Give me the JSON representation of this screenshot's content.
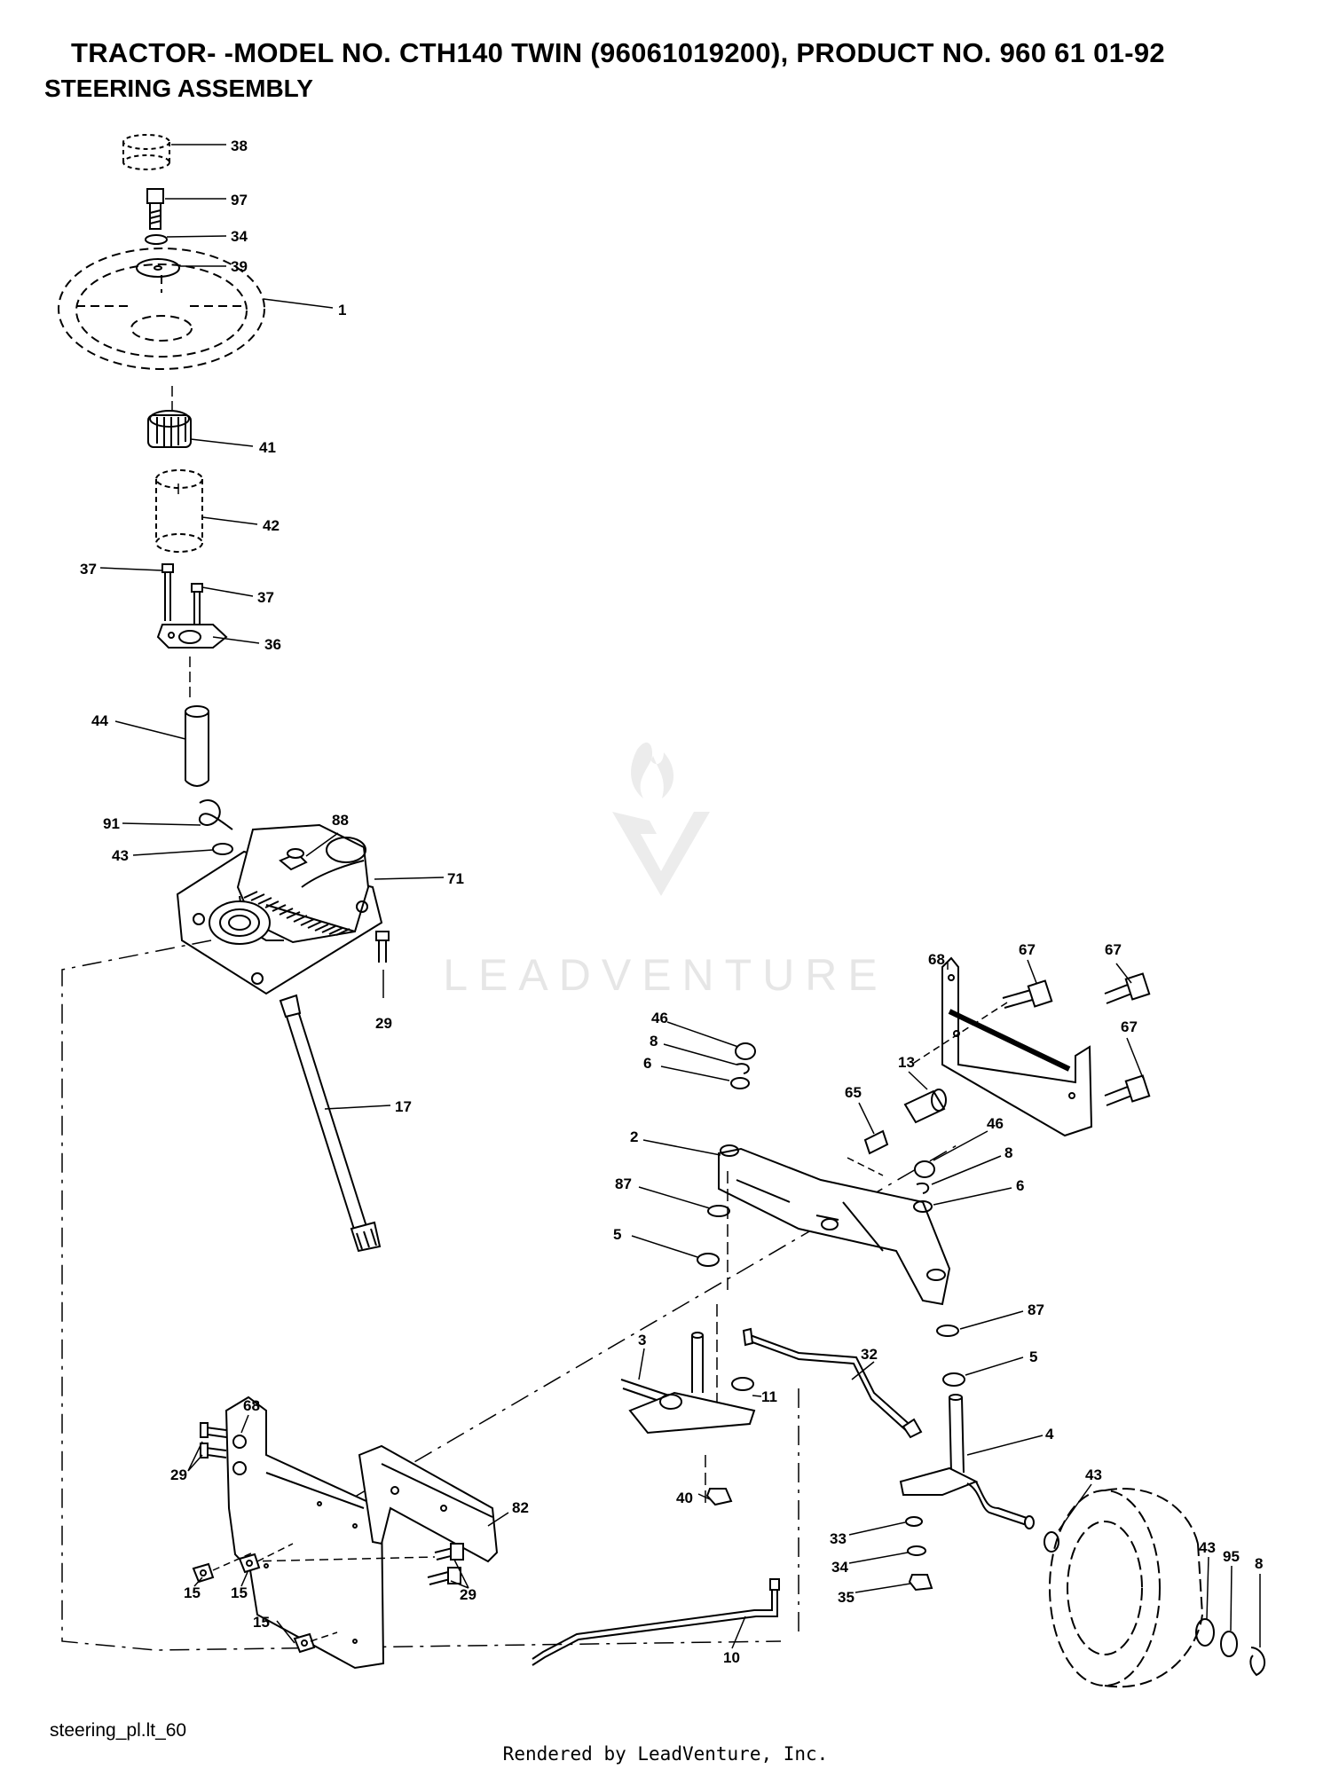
{
  "header": {
    "title": "TRACTOR- -MODEL NO. CTH140 TWIN (96061019200), PRODUCT NO. 960 61 01-92",
    "subtitle": "STEERING ASSEMBLY"
  },
  "watermark": {
    "text": "LEADVENTURE"
  },
  "footer": {
    "file_label": "steering_pl.lt_60",
    "rendered_by": "Rendered by LeadVenture, Inc."
  },
  "callouts": [
    "38",
    "97",
    "34",
    "39",
    "1",
    "41",
    "42",
    "37",
    "37",
    "36",
    "44",
    "91",
    "43",
    "88",
    "71",
    "29",
    "17",
    "68",
    "67",
    "67",
    "67",
    "46",
    "8",
    "6",
    "13",
    "65",
    "2",
    "46",
    "8",
    "6",
    "87",
    "5",
    "87",
    "5",
    "3",
    "32",
    "11",
    "4",
    "40",
    "43",
    "43",
    "95",
    "8",
    "33",
    "34",
    "35",
    "68",
    "29",
    "82",
    "15",
    "15",
    "29",
    "15",
    "10"
  ],
  "colors": {
    "ink": "#000000",
    "watermark": "#e6e6e6"
  }
}
